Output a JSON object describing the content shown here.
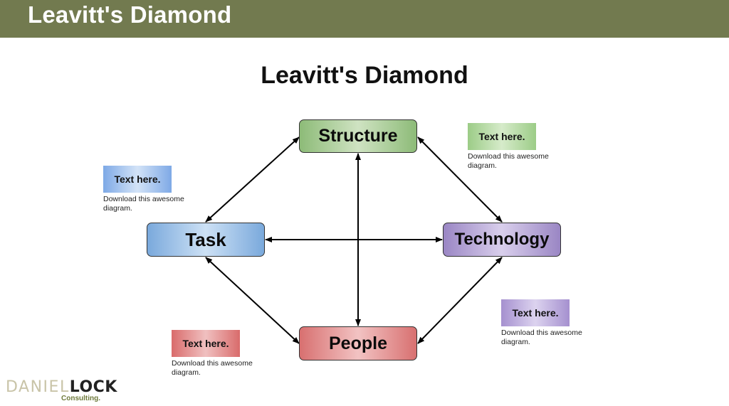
{
  "header": {
    "title": "Leavitt's Diamond"
  },
  "diagram": {
    "title": "Leavitt's Diamond",
    "nodes": {
      "structure": "Structure",
      "task": "Task",
      "technology": "Technology",
      "people": "People"
    },
    "notes": [
      {
        "label": "Text here.",
        "description": "Download this awesome diagram.",
        "color": "#9ccc87"
      },
      {
        "label": "Text here.",
        "description": "Download this awesome diagram.",
        "color": "#7ea9e6"
      },
      {
        "label": "Text here.",
        "description": "Download this awesome diagram.",
        "color": "#d96b6b"
      },
      {
        "label": "Text here.",
        "description": "Download this awesome diagram.",
        "color": "#a590cf"
      }
    ]
  },
  "logo": {
    "first": "DANIEL",
    "last": "LOCK",
    "sub": "Consulting."
  },
  "colors": {
    "header_bar": "#727a4f",
    "structure": "#8dbb78",
    "task": "#7aa9dc",
    "technology": "#9a86c4",
    "people": "#d87070"
  }
}
